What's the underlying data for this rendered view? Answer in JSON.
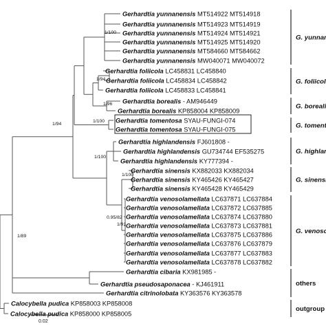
{
  "figure": {
    "taxa": [
      {
        "species": "Gerhardtia yunnanensis",
        "acc": "MT514922 MT514918"
      },
      {
        "species": "Gerhardtia yunnanensis",
        "acc": "MT514923 MT514919"
      },
      {
        "species": "Gerhardtia yunnanensis",
        "acc": "MT514924 MT514921"
      },
      {
        "species": "Gerhardtia yunnanensis",
        "acc": "MT514925 MT514920"
      },
      {
        "species": "Gerhardtia yunnanensis",
        "acc": "MT584660 MT584662"
      },
      {
        "species": "Gerhardtia yunnanensis",
        "acc": "MW040071 MW040072"
      },
      {
        "species": "Gerhardtia foliicola",
        "acc": "LC458831 LC458840"
      },
      {
        "species": "Gerhardtia foliicola",
        "acc": "LC458834 LC458842"
      },
      {
        "species": "Gerhardtia foliicola",
        "acc": "LC458833 LC458841"
      },
      {
        "species": "Gerhardtia borealis",
        "acc": "- AM946449"
      },
      {
        "species": "Gerhardtia borealis",
        "acc": "KP858004 KP858009"
      },
      {
        "species": "Gerhardtia tomentosa",
        "acc": "SYAU-FUNGI-074"
      },
      {
        "species": "Gerhardtia tomentosa",
        "acc": "SYAU-FUNGI-075"
      },
      {
        "species": "Gerhardtia highlandensis",
        "acc": "FJ601808 -"
      },
      {
        "species": "Gerhardtia highlandensis",
        "acc": "GU734744 EF535275"
      },
      {
        "species": "Gerhardtia highlandensis",
        "acc": "KY777394 -"
      },
      {
        "species": "Gerhardtia sinensis",
        "acc": "KX882033 KX882034"
      },
      {
        "species": "Gerhardtia sinensis",
        "acc": "KY465426 KY465427"
      },
      {
        "species": "Gerhardtia sinensis",
        "acc": "KY465428 KY465429"
      },
      {
        "species": "Gerhardtia venosolamellata",
        "acc": "LC637871 LC637884"
      },
      {
        "species": "Gerhardtia venosolamellata",
        "acc": "LC637872 LC637885"
      },
      {
        "species": "Gerhardtia venosolamellata",
        "acc": "LC637874 LC637880"
      },
      {
        "species": "Gerhardtia venosolamellata",
        "acc": "LC637873 LC637881"
      },
      {
        "species": "Gerhardtia venosolamellata",
        "acc": "LC637875 LC637886"
      },
      {
        "species": "Gerhardtia venosolamellata",
        "acc": "LC637876 LC637879"
      },
      {
        "species": "Gerhardtia venosolamellata",
        "acc": "LC637877 LC637883"
      },
      {
        "species": "Gerhardtia venosolamellata",
        "acc": "LC637878 LC637882"
      },
      {
        "species": "Gerhardtia cibaria",
        "acc": "KX981985 -"
      },
      {
        "species": "Gerhardtia pseudosaponacea",
        "acc": "- KJ461911"
      },
      {
        "species": "Gerhardtia citrinolobata",
        "acc": "KY363576 KY363578"
      },
      {
        "species": "Calocybella pudica",
        "acc": "KP858003 KP858008"
      },
      {
        "species": "Calocybella pudica",
        "acc": "KP858000 KP858005"
      }
    ],
    "supports": {
      "yunnanensis": "1/100",
      "foliicola": "1/94",
      "borealis": "1/96",
      "main_clade": "1/94",
      "tomentosa": "1/100",
      "highlandensis": "1/100",
      "ingroup": "1/89",
      "sinensis": "1/100",
      "sin_ven": "0.95/82",
      "venosolamellata": "1/91"
    },
    "groups": {
      "yunnanensis": "G. yunnanensis",
      "foliicola": "G. foliicola",
      "borealis": "G. borealis",
      "tomentosa": "G. tomentosa",
      "highlandensis": "G. highlandensis",
      "sinensis": "G. sinensis",
      "venosolamellata": "G. venosolamellata",
      "others": "others",
      "outgroup": "outgroup"
    },
    "scale_label": "0.02"
  }
}
